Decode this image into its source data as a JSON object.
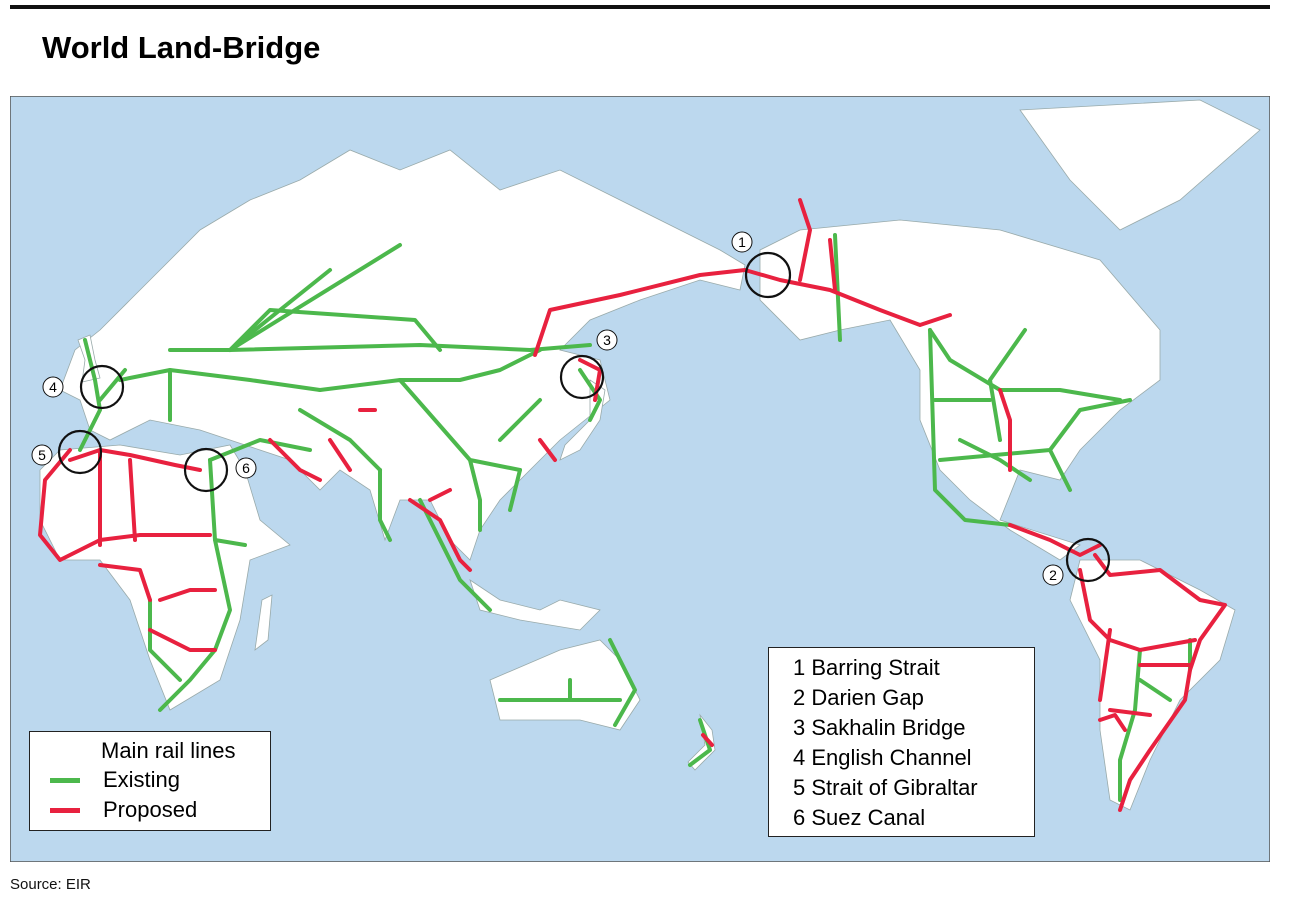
{
  "title": "World Land-Bridge",
  "source": "Source: EIR",
  "colors": {
    "water": "#bcd8ee",
    "land": "#ffffff",
    "existing": "#4cb84c",
    "proposed": "#e8213f"
  },
  "rail_legend": {
    "heading": "Main rail lines",
    "items": [
      {
        "label": "Existing",
        "color": "#4cb84c"
      },
      {
        "label": "Proposed",
        "color": "#e8213f"
      }
    ]
  },
  "crossings": [
    {
      "number": "1",
      "label": "1 Barring Strait"
    },
    {
      "number": "2",
      "label": "2 Darien Gap"
    },
    {
      "number": "3",
      "label": "3 Sakhalin Bridge"
    },
    {
      "number": "4",
      "label": "4 English Channel"
    },
    {
      "number": "5",
      "label": "5 Strait of Gibraltar"
    },
    {
      "number": "6",
      "label": "6 Suez Canal"
    }
  ]
}
